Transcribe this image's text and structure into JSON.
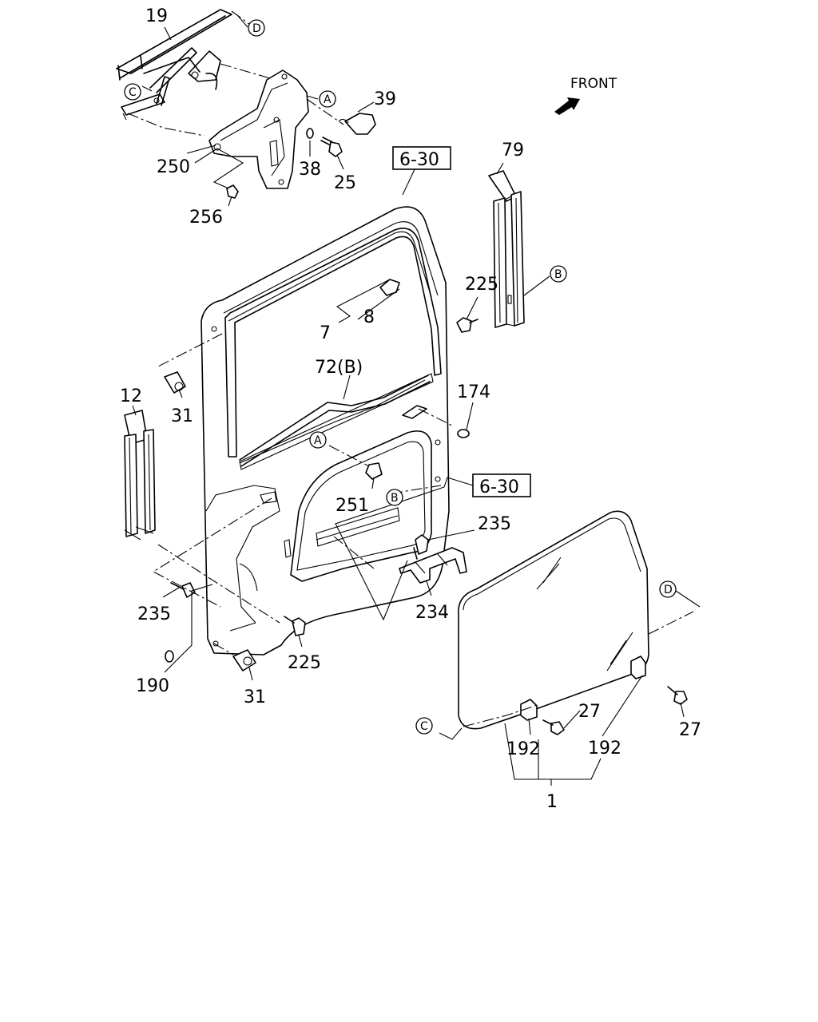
{
  "front_label": "FRONT",
  "refs": {
    "r1": "6-30",
    "r2": "6-30"
  },
  "circles": {
    "A": "A",
    "B": "B",
    "C": "C",
    "D": "D"
  },
  "parts": {
    "p19": "19",
    "p250": "250",
    "p256": "256",
    "p38": "38",
    "p25": "25",
    "p39": "39",
    "p79": "79",
    "p225a": "225",
    "p7": "7",
    "p8": "8",
    "p72": "72(B)",
    "p174": "174",
    "p12": "12",
    "p31a": "31",
    "p251": "251",
    "p235a": "235",
    "p235b": "235",
    "p234": "234",
    "p225b": "225",
    "p190": "190",
    "p31b": "31",
    "p27a": "27",
    "p27b": "27",
    "p192a": "192",
    "p192b": "192",
    "p1": "1"
  }
}
